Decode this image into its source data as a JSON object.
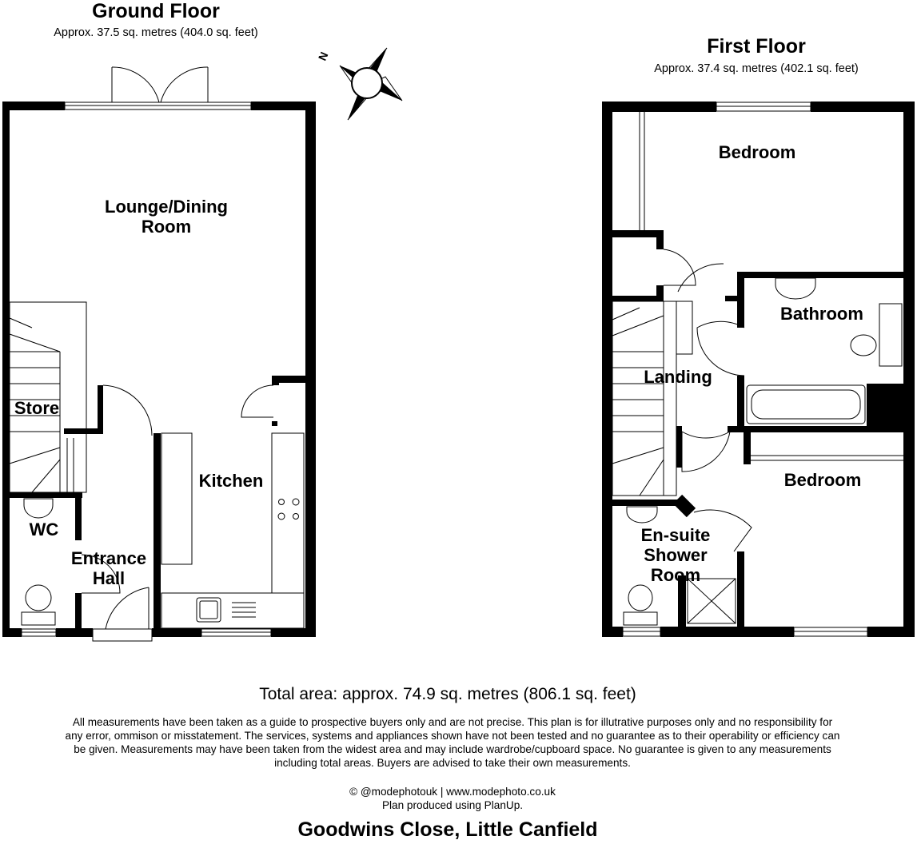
{
  "ground_floor": {
    "title": "Ground Floor",
    "area": "Approx. 37.5 sq. metres (404.0 sq. feet)",
    "rooms": {
      "lounge_line1": "Lounge/Dining",
      "lounge_line2": "Room",
      "store": "Store",
      "kitchen": "Kitchen",
      "wc": "WC",
      "hall_line1": "Entrance",
      "hall_line2": "Hall"
    }
  },
  "first_floor": {
    "title": "First Floor",
    "area": "Approx. 37.4 sq. metres (402.1 sq. feet)",
    "rooms": {
      "bedroom_top": "Bedroom",
      "bathroom": "Bathroom",
      "landing": "Landing",
      "bedroom_bottom": "Bedroom",
      "ensuite_line1": "En-suite",
      "ensuite_line2": "Shower",
      "ensuite_line3": "Room"
    }
  },
  "compass": {
    "label": "N",
    "icon": "compass-icon"
  },
  "total_area": "Total area: approx. 74.9 sq. metres (806.1 sq. feet)",
  "disclaimer": "All measurements have been taken as a guide to prospective buyers only and are not precise. This plan is for illutrative purposes only and no responsibility for any error, ommison or misstatement. The services, systems and appliances shown have not been tested and no guarantee as to their operability or efficiency can be given. Measurements may have been taken from the widest area and may include wardrobe/cupboard space. No guarantee is given to any measurements including total areas. Buyers are advised to take their own measurements.",
  "credit_line1": "© @modephotouk | www.modephoto.co.uk",
  "credit_line2": "Plan produced using PlanUp.",
  "address": "Goodwins Close, Little Canfield",
  "colors": {
    "wall": "#000000",
    "background": "#ffffff",
    "fixture": "#555555"
  }
}
